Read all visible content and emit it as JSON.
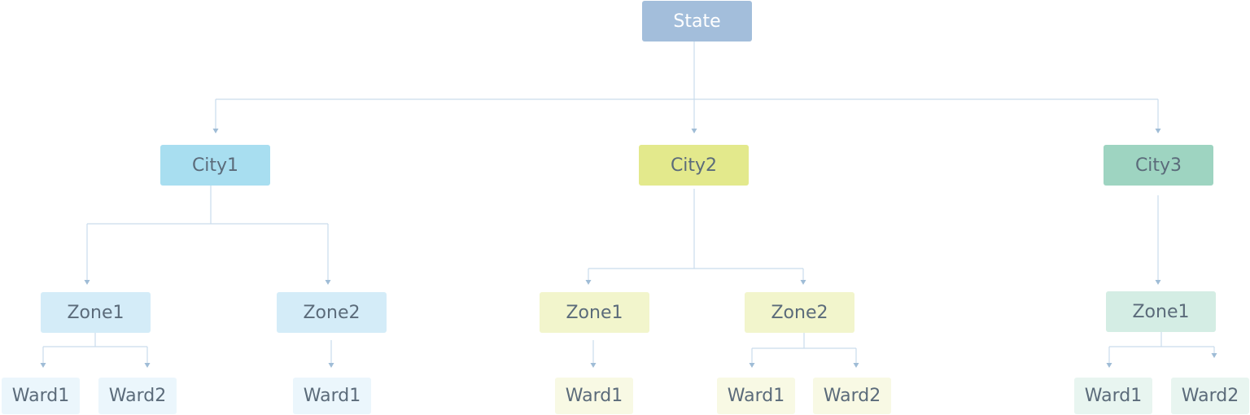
{
  "colors": {
    "line": "#c9dcec",
    "arrow": "#9fbcd6",
    "root": "#a3bedb",
    "city1": "#a8def0",
    "city1_zone": "#d4ecf8",
    "city1_ward": "#ebf6fc",
    "city2": "#e3e98c",
    "city2_zone": "#f2f5cc",
    "city2_ward": "#f8f9e4",
    "city3": "#9ed4c1",
    "city3_zone": "#d4ede4",
    "city3_ward": "#e8f5f0"
  },
  "tree": {
    "label": "State",
    "children": [
      {
        "label": "City1",
        "children": [
          {
            "label": "Zone1",
            "children": [
              {
                "label": "Ward1"
              },
              {
                "label": "Ward2"
              }
            ]
          },
          {
            "label": "Zone2",
            "children": [
              {
                "label": "Ward1"
              }
            ]
          }
        ]
      },
      {
        "label": "City2",
        "children": [
          {
            "label": "Zone1",
            "children": [
              {
                "label": "Ward1"
              }
            ]
          },
          {
            "label": "Zone2",
            "children": [
              {
                "label": "Ward1"
              },
              {
                "label": "Ward2"
              }
            ]
          }
        ]
      },
      {
        "label": "City3",
        "children": [
          {
            "label": "Zone1",
            "children": [
              {
                "label": "Ward1"
              },
              {
                "label": "Ward2"
              }
            ]
          }
        ]
      }
    ]
  }
}
